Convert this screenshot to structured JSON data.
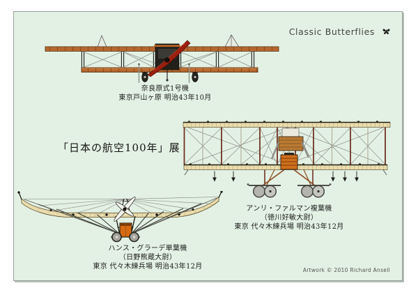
{
  "page": {
    "series_title": "Classic Butterflies",
    "exhibition_title": "「日本の航空100年」展",
    "credit": "Artwork © 2010 Richard Ansell"
  },
  "aircraft": [
    {
      "id": "narahara-type-1",
      "illustration": "narahara-type-1-biplane-front-view",
      "caption": [
        "奈良原式1号機",
        "東京戸山ヶ原 明治43年10月"
      ]
    },
    {
      "id": "henri-farman",
      "illustration": "henri-farman-biplane-front-view",
      "caption": [
        "アンリ・ファルマン複葉機",
        "（徳川好敏大尉）",
        "東京 代々木練兵場 明治43年12月"
      ]
    },
    {
      "id": "hans-grade",
      "illustration": "hans-grade-monoplane-front-view",
      "caption": [
        "ハンス・グラーデ単葉機",
        "（日野熊蔵大尉）",
        "東京 代々木練兵場 明治43年12月"
      ]
    }
  ],
  "icons": {
    "butterfly": "butterfly-icon"
  },
  "colors": {
    "panel_background": "#e3f1e4",
    "wood_orange": "#bc6d33",
    "propeller_red": "#9c1f0f",
    "fabric_cream": "#e9dcae",
    "strut_brown": "#6e3322",
    "engine_orange": "#cf6f1c"
  }
}
